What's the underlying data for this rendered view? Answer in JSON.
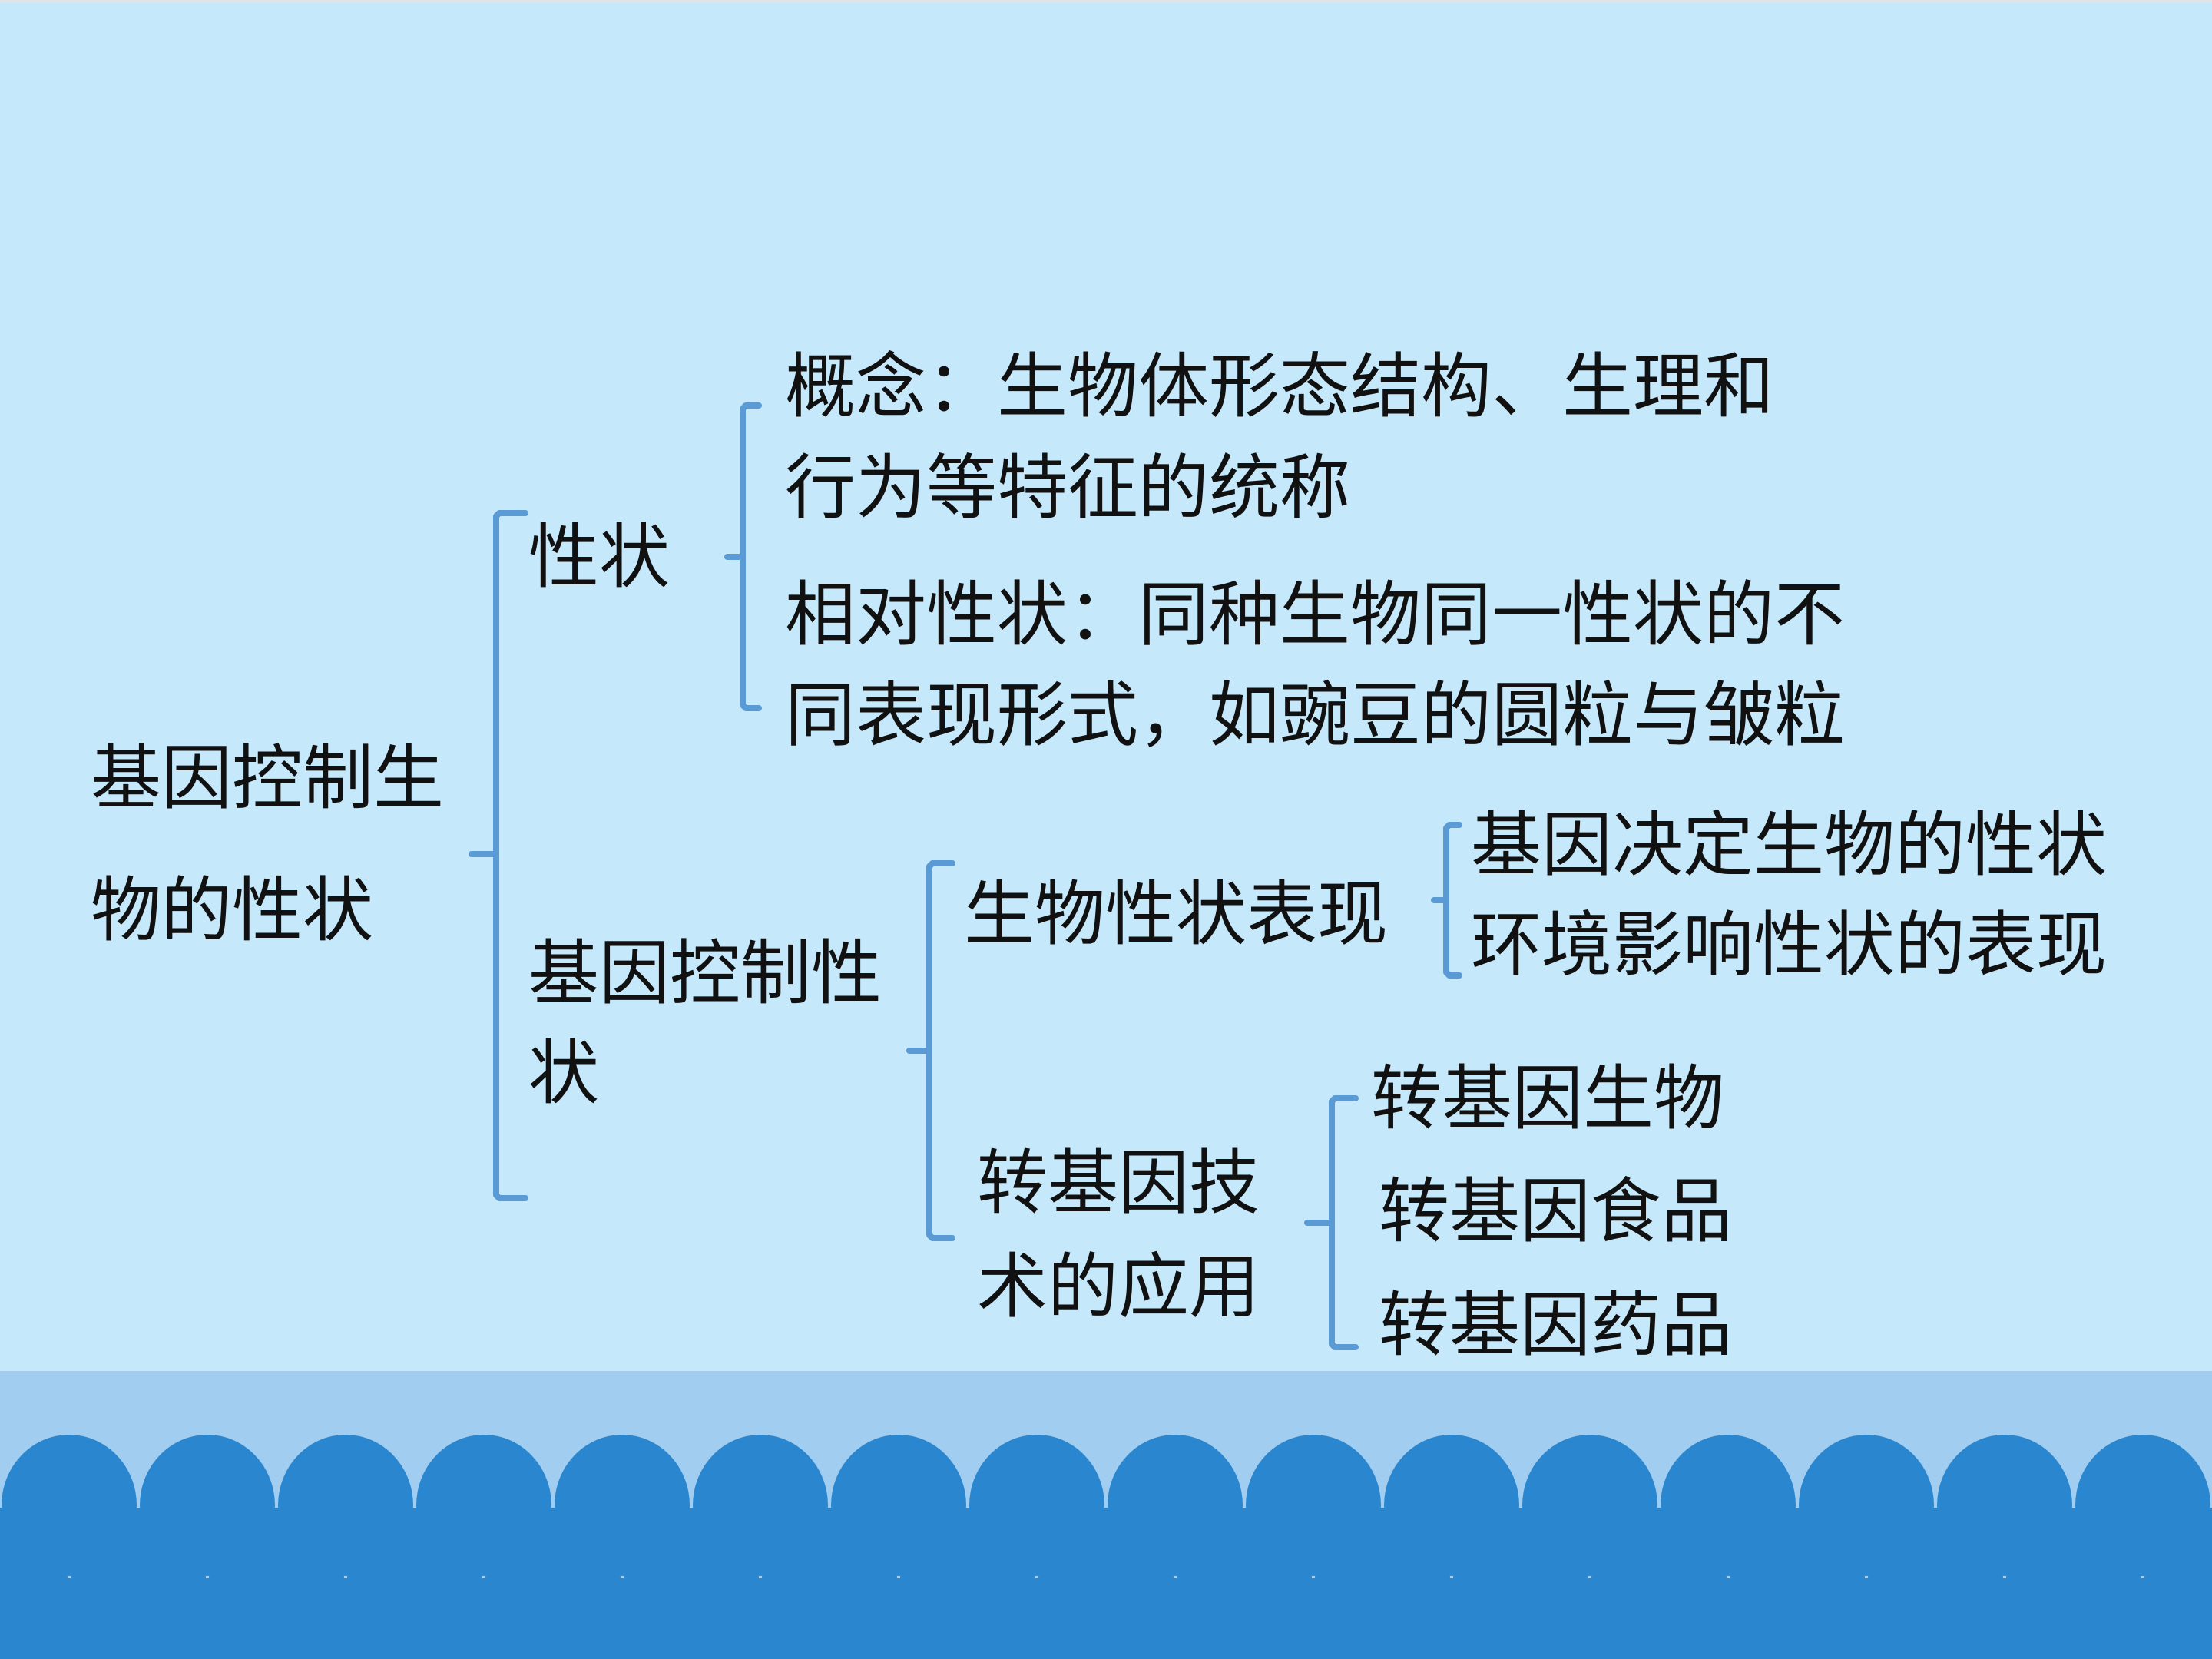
{
  "colors": {
    "background": "#c6e8fb",
    "band": "#a1cef0",
    "scallop": "#2a87cf",
    "bracket": "#5b9bd5",
    "text": "#111111"
  },
  "root": {
    "line1": "基因控制生",
    "line2": "物的性状"
  },
  "trait": {
    "label": "性状",
    "concept": {
      "line1": "概念：生物体形态结构、生理和",
      "line2": "行为等特征的统称"
    },
    "relative": {
      "line1": "相对性状：同种生物同一性状的不",
      "line2": "同表现形式，如豌豆的圆粒与皱粒"
    }
  },
  "gene_control": {
    "label_line1": "基因控制性",
    "label_line2": "状",
    "expression": {
      "label": "生物性状表现",
      "item1": "基因决定生物的性状",
      "item2": "环境影响性状的表现"
    },
    "transgenic": {
      "label_line1": "转基因技",
      "label_line2": "术的应用",
      "item1": "转基因生物",
      "item2": "转基因食品",
      "item3": "转基因药品"
    }
  }
}
